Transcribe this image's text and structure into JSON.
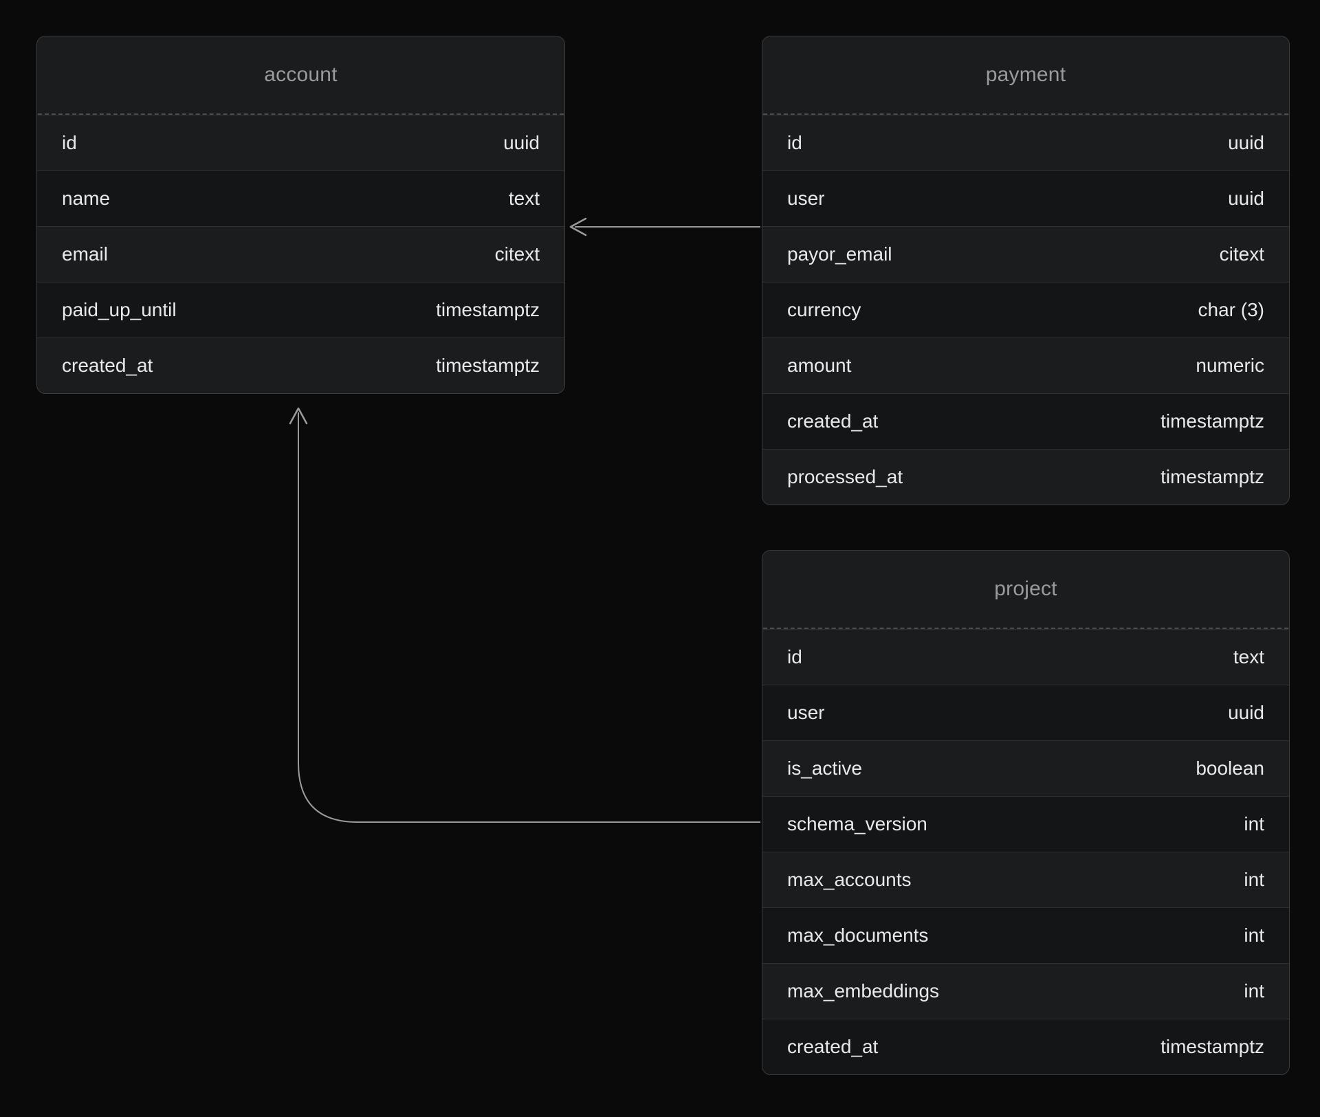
{
  "diagram": {
    "type": "entity-relationship-diagram",
    "background_color": "#0a0a0b",
    "card_background": "#1b1c1e",
    "border_color": "#3a3c3f",
    "title_color": "#9b9b9d",
    "text_color": "#e9e9ea",
    "connector_color": "#9b9b9d"
  },
  "tables": [
    {
      "name": "account",
      "fields": [
        {
          "name": "id",
          "type": "uuid"
        },
        {
          "name": "name",
          "type": "text"
        },
        {
          "name": "email",
          "type": "citext"
        },
        {
          "name": "paid_up_until",
          "type": "timestamptz"
        },
        {
          "name": "created_at",
          "type": "timestamptz"
        }
      ]
    },
    {
      "name": "payment",
      "fields": [
        {
          "name": "id",
          "type": "uuid"
        },
        {
          "name": "user",
          "type": "uuid"
        },
        {
          "name": "payor_email",
          "type": "citext"
        },
        {
          "name": "currency",
          "type": "char (3)"
        },
        {
          "name": "amount",
          "type": "numeric"
        },
        {
          "name": "created_at",
          "type": "timestamptz"
        },
        {
          "name": "processed_at",
          "type": "timestamptz"
        }
      ]
    },
    {
      "name": "project",
      "fields": [
        {
          "name": "id",
          "type": "text"
        },
        {
          "name": "user",
          "type": "uuid"
        },
        {
          "name": "is_active",
          "type": "boolean"
        },
        {
          "name": "schema_version",
          "type": "int"
        },
        {
          "name": "max_accounts",
          "type": "int"
        },
        {
          "name": "max_documents",
          "type": "int"
        },
        {
          "name": "max_embeddings",
          "type": "int"
        },
        {
          "name": "created_at",
          "type": "timestamptz"
        }
      ]
    }
  ],
  "relationships": [
    {
      "from": "payment.user",
      "to": "account.id",
      "style": "straight-arrow-left"
    },
    {
      "from": "project.user",
      "to": "account.id",
      "style": "elbow-arrow-up"
    }
  ]
}
